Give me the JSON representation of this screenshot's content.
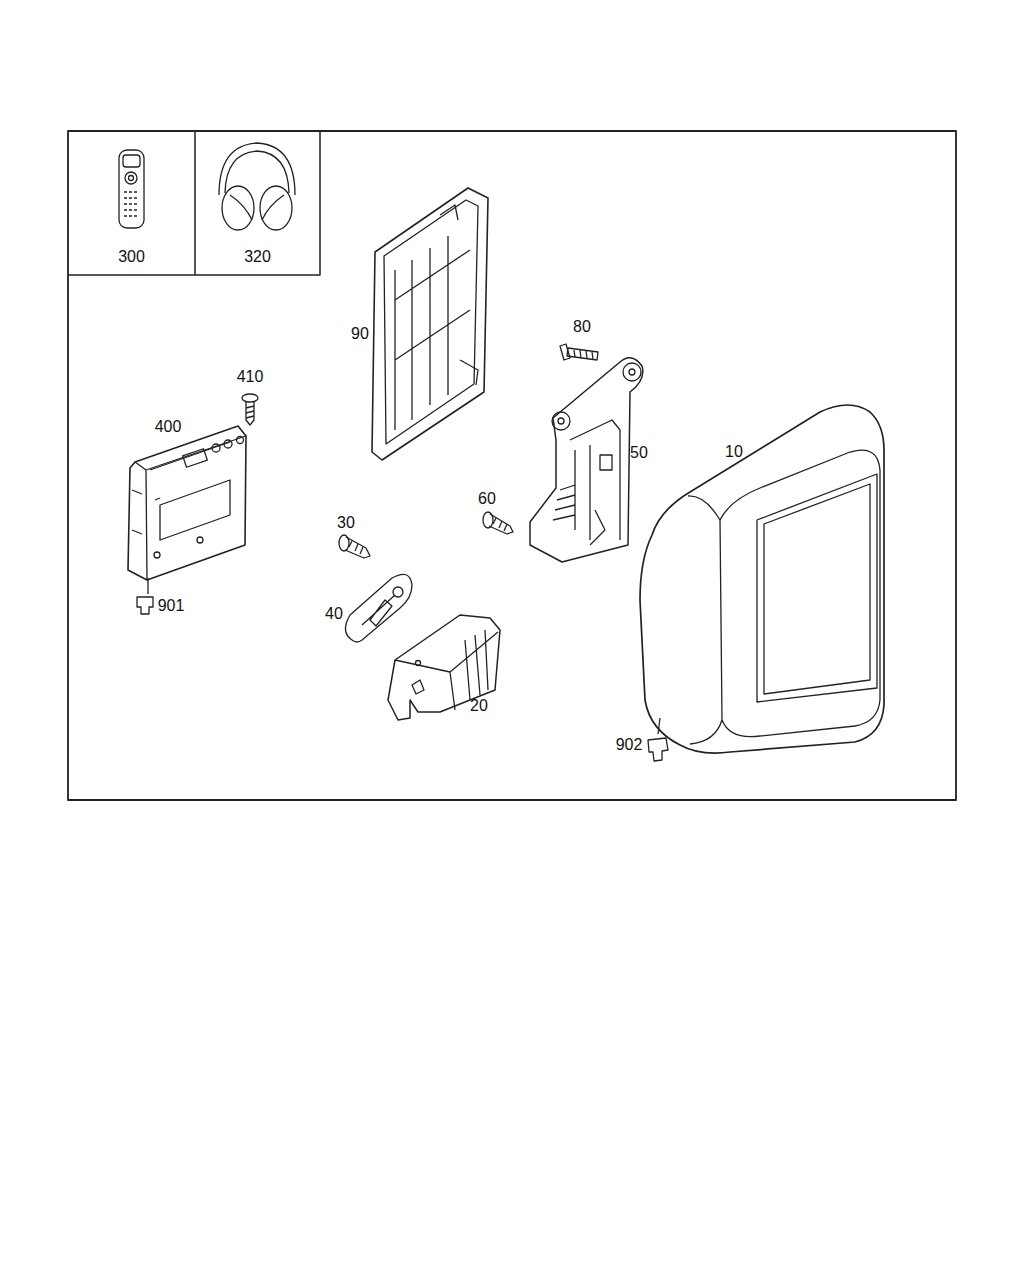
{
  "diagram": {
    "nodes": [
      {
        "text": [
          "300"
        ]
      },
      {
        "text": [
          "320"
        ]
      }
    ],
    "labels": [
      "90",
      "80",
      "410",
      "400",
      "50",
      "10",
      "60",
      "30",
      "901",
      "40",
      "20",
      "902"
    ]
  }
}
